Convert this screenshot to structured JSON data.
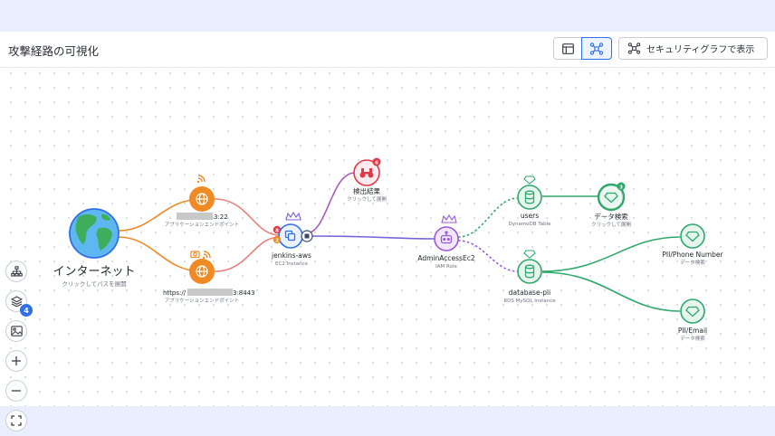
{
  "header": {
    "title": "攻撃経路の可視化",
    "view_table_icon": "table-icon",
    "view_graph_icon": "graph-network-icon",
    "security_graph_button": "セキュリティグラフで表示"
  },
  "toolbar": {
    "items": [
      "hierarchy-icon",
      "layers-icon",
      "image-icon",
      "zoom-in-icon",
      "zoom-out-icon",
      "fullscreen-icon"
    ],
    "layers_badge": "4"
  },
  "graph": {
    "internet": {
      "label": "インターネット",
      "sub": "クリックしてパスを展開"
    },
    "endpoint1": {
      "label": "3:22",
      "sub": "アプリケーションエンドポイント"
    },
    "endpoint2": {
      "label_prefix": "https://",
      "label_suffix": "3:8443",
      "sub": "アプリケーションエンドポイント"
    },
    "jenkins": {
      "label": "jenkins-aws",
      "sub": "EC2 Instance",
      "badge_red": "8",
      "badge_orange": "2"
    },
    "findings": {
      "label": "検出結果",
      "sub": "クリックして展開",
      "badge": "6"
    },
    "admin": {
      "label": "AdminAccessEc2",
      "sub": "IAM Role"
    },
    "users": {
      "label": "users",
      "sub": "DynamoDB Table"
    },
    "datasearch": {
      "label": "データ検索",
      "sub": "クリックして展開",
      "badge": "3"
    },
    "dbpii": {
      "label": "database-pii",
      "sub": "RDS MySQL Instance"
    },
    "phone": {
      "label": "PII/Phone Number",
      "sub": "データ検索"
    },
    "email": {
      "label": "PII/Email",
      "sub": "データ検索"
    }
  },
  "colors": {
    "orange": "#f08a24",
    "blue": "#2f6fe8",
    "purple": "#9b59d6",
    "green": "#2ea86b",
    "red": "#e0394a"
  }
}
